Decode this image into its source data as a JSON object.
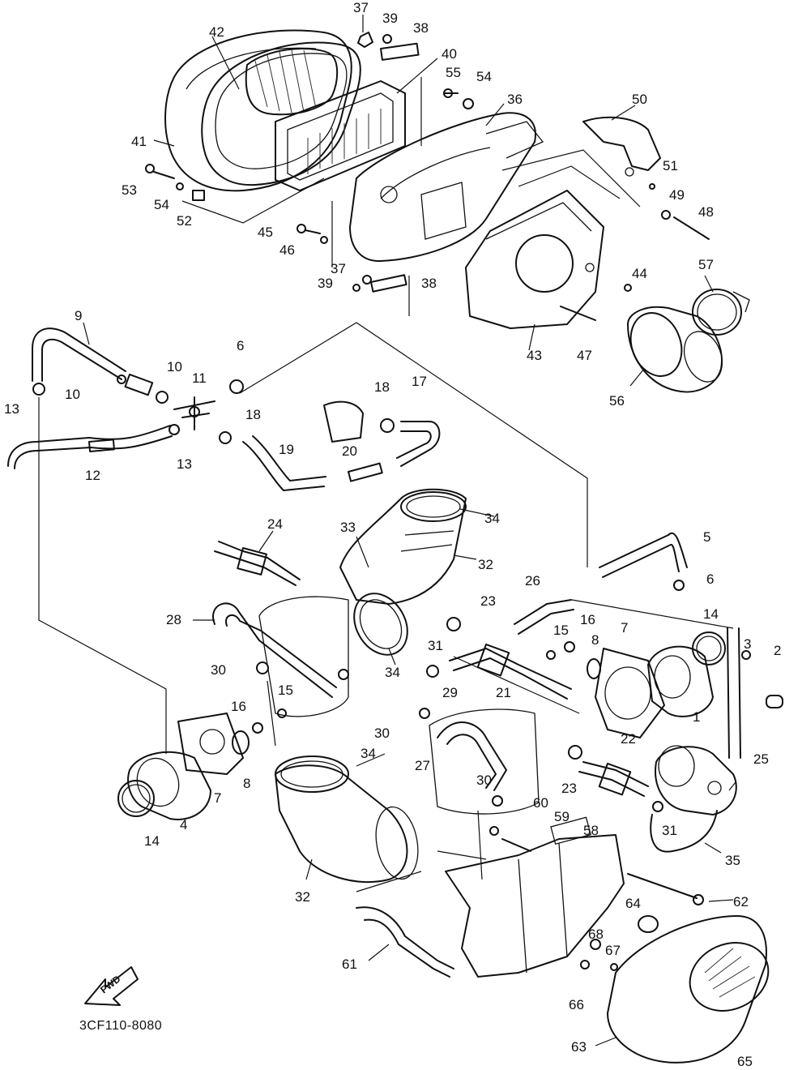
{
  "diagram": {
    "part_code": "3CF110-8080",
    "direction_label": "FWD",
    "callouts": {
      "c1": "1",
      "c2": "2",
      "c3": "3",
      "c4": "4",
      "c5": "5",
      "c6a": "6",
      "c6b": "6",
      "c7a": "7",
      "c7b": "7",
      "c8a": "8",
      "c8b": "8",
      "c9": "9",
      "c10a": "10",
      "c10b": "10",
      "c11": "11",
      "c12": "12",
      "c13a": "13",
      "c13b": "13",
      "c14a": "14",
      "c14b": "14",
      "c15a": "15",
      "c15b": "15",
      "c16a": "16",
      "c16b": "16",
      "c17": "17",
      "c18a": "18",
      "c18b": "18",
      "c19": "19",
      "c20": "20",
      "c21": "21",
      "c22": "22",
      "c23a": "23",
      "c23b": "23",
      "c24": "24",
      "c25": "25",
      "c26": "26",
      "c27": "27",
      "c28": "28",
      "c29": "29",
      "c30a": "30",
      "c30b": "30",
      "c30c": "30",
      "c31a": "31",
      "c31b": "31",
      "c32a": "32",
      "c32b": "32",
      "c33": "33",
      "c34a": "34",
      "c34b": "34",
      "c34c": "34",
      "c35": "35",
      "c36": "36",
      "c37a": "37",
      "c37b": "37",
      "c38a": "38",
      "c38b": "38",
      "c39a": "39",
      "c39b": "39",
      "c40": "40",
      "c41": "41",
      "c42": "42",
      "c43": "43",
      "c44": "44",
      "c45": "45",
      "c46": "46",
      "c47": "47",
      "c48": "48",
      "c49": "49",
      "c50": "50",
      "c51": "51",
      "c52": "52",
      "c53": "53",
      "c54a": "54",
      "c54b": "54",
      "c55": "55",
      "c56": "56",
      "c57": "57",
      "c58": "58",
      "c59": "59",
      "c60": "60",
      "c61": "61",
      "c62": "62",
      "c63": "63",
      "c64": "64",
      "c65": "65",
      "c66": "66",
      "c67": "67",
      "c68": "68"
    }
  }
}
